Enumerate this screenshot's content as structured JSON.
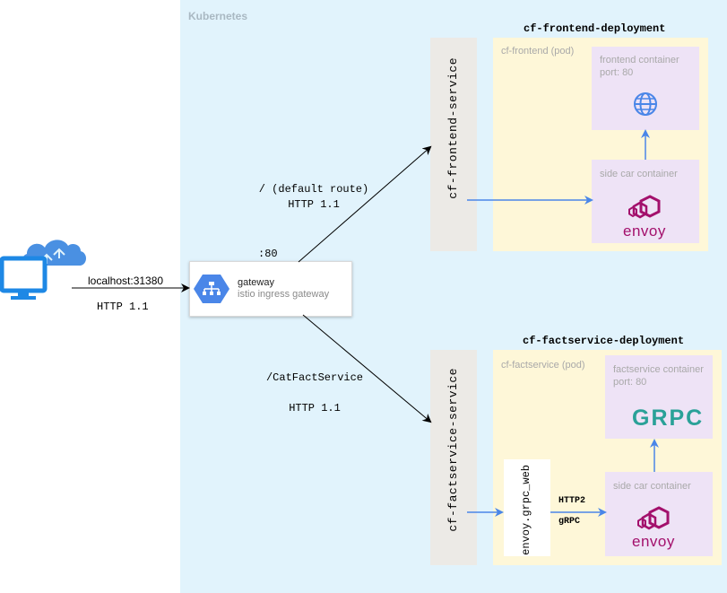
{
  "cluster": {
    "title": "Kubernetes"
  },
  "client": {
    "host_label": "localhost:31380",
    "protocol_label": "HTTP 1.1"
  },
  "gateway": {
    "port_label": ":80",
    "name": "gateway",
    "subtitle": "istio ingress gateway"
  },
  "routes": {
    "frontend": {
      "line1": "/ (default route)",
      "line2": "HTTP 1.1"
    },
    "factservice": {
      "line1": "/CatFactService",
      "line2": "HTTP 1.1"
    }
  },
  "frontend_deployment": {
    "title": "cf-frontend-deployment",
    "service": "cf-frontend-service",
    "pod": "cf-frontend (pod)",
    "main_container": {
      "label": "frontend container",
      "port": "port: 80",
      "icon": "globe-icon"
    },
    "sidecar": {
      "label": "side car container",
      "logo": "envoy"
    }
  },
  "factservice_deployment": {
    "title": "cf-factservice-deployment",
    "service": "cf-factservice-service",
    "pod": "cf-factservice (pod)",
    "main_container": {
      "label": "factservice container",
      "port": "port: 80",
      "logo": "GRPC"
    },
    "sidecar": {
      "label": "side car container",
      "logo": "envoy"
    },
    "filter": "envoy.grpc_web",
    "filter_edge": {
      "line1": "HTTP2",
      "line2": "gRPC"
    }
  },
  "colors": {
    "kubernetes_bg": "#e1f3fc",
    "service_bg": "#eceae6",
    "pod_bg": "#fef7d8",
    "container_bg": "#eee3f6",
    "arrow_blue": "#4a86e8",
    "client_blue": "#1e88e5",
    "envoy": "#a3106c",
    "grpc": "#2aa198"
  }
}
